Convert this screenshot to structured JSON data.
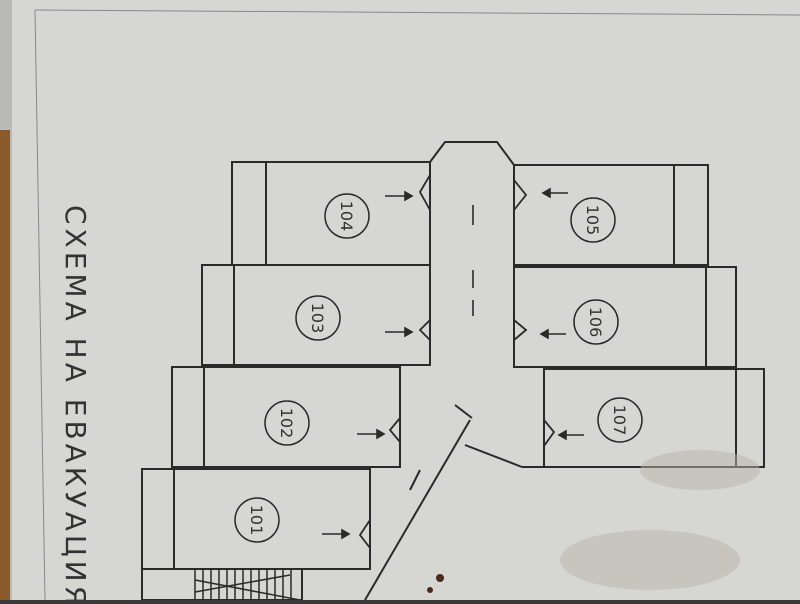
{
  "title": "СХЕМА НА ЕВАКУАЦИЯ",
  "rooms": [
    "101",
    "102",
    "103",
    "104",
    "105",
    "106",
    "107"
  ],
  "colors": {
    "paper": "#dcdcd8",
    "ink": "#2a2a2a",
    "shadow": "#9a9a97"
  }
}
